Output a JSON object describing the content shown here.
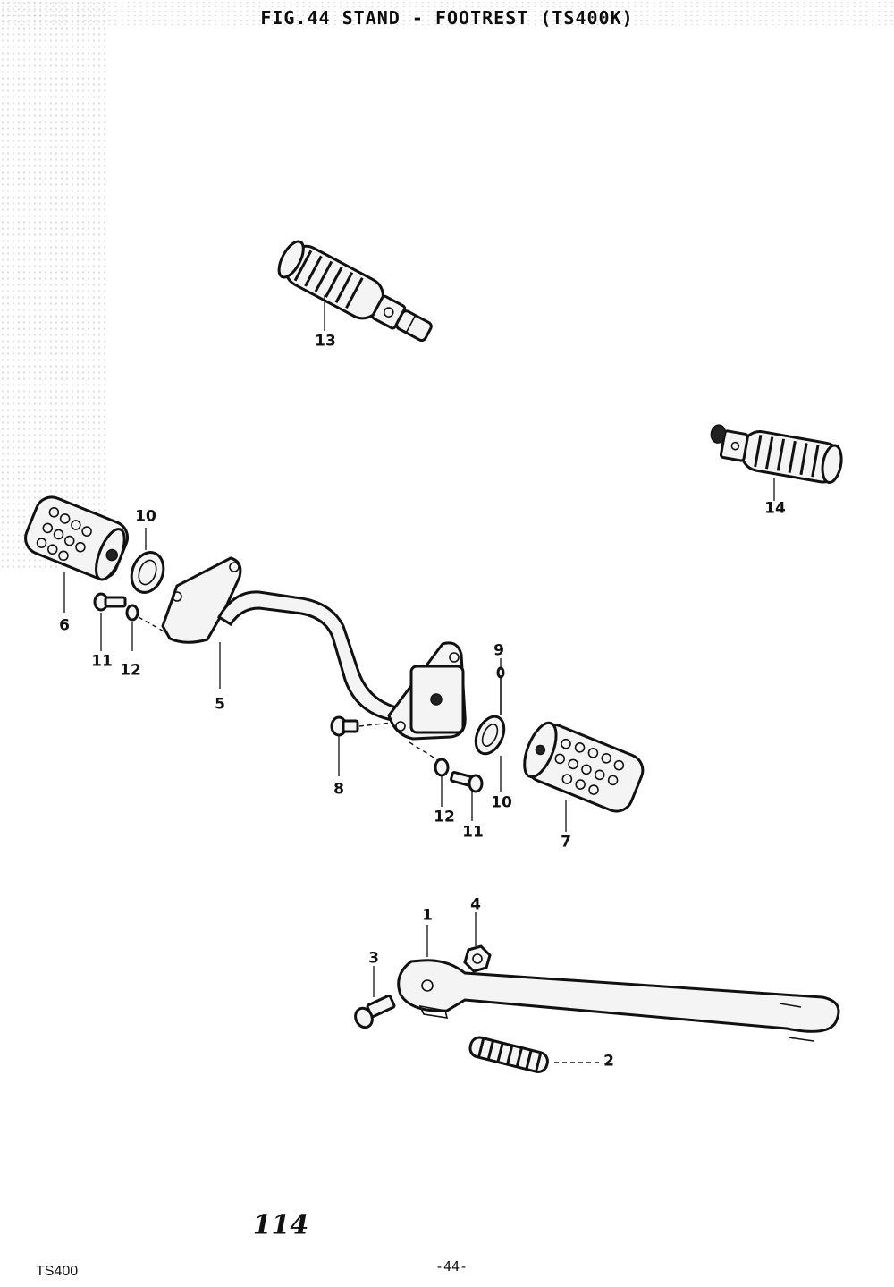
{
  "title": "FIG.44  STAND - FOOTREST (TS400K)",
  "callouts": [
    {
      "id": "13",
      "label": "13"
    },
    {
      "id": "14",
      "label": "14"
    },
    {
      "id": "10a",
      "label": "10"
    },
    {
      "id": "6",
      "label": "6"
    },
    {
      "id": "11a",
      "label": "11"
    },
    {
      "id": "12a",
      "label": "12"
    },
    {
      "id": "5",
      "label": "5"
    },
    {
      "id": "9",
      "label": "9"
    },
    {
      "id": "8",
      "label": "8"
    },
    {
      "id": "12b",
      "label": "12"
    },
    {
      "id": "11b",
      "label": "11"
    },
    {
      "id": "10b",
      "label": "10"
    },
    {
      "id": "7",
      "label": "7"
    },
    {
      "id": "4",
      "label": "4"
    },
    {
      "id": "1",
      "label": "1"
    },
    {
      "id": "3",
      "label": "3"
    },
    {
      "id": "2",
      "label": "2"
    }
  ],
  "footer": {
    "handwritten_page": "114",
    "page_number": "-44-",
    "model": "TS400"
  }
}
